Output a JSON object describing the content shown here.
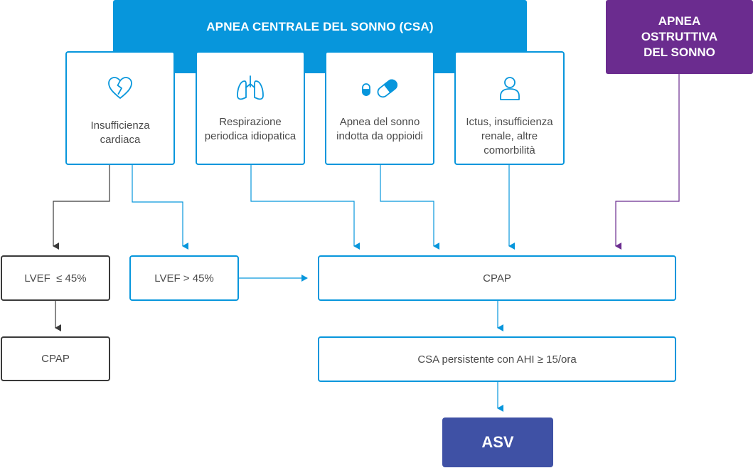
{
  "csa": {
    "title": "APNEA CENTRALE DEL SONNO (CSA)"
  },
  "osa": {
    "title": "APNEA\nOSTRUTTIVA\nDEL SONNO"
  },
  "causes": [
    {
      "label": "Insufficienza\ncardiaca",
      "icon": "broken-heart-icon"
    },
    {
      "label": "Respirazione\nperiodica idiopatica",
      "icon": "lungs-icon"
    },
    {
      "label": "Apnea del sonno\nindotta da oppioidi",
      "icon": "pills-icon"
    },
    {
      "label": "Ictus, insufficienza\nrenale, altre\ncomorbilità",
      "icon": "person-icon"
    }
  ],
  "nodes": {
    "lvef_low": "LVEF  ≤ 45%",
    "lvef_high": "LVEF > 45%",
    "cpap_left": "CPAP",
    "cpap_main": "CPAP",
    "csa_persistent": "CSA persistente con AHI ≥ 15/ora",
    "asv": "ASV"
  },
  "colors": {
    "csa_blue": "#0796dc",
    "osa_purple": "#6b2c8f",
    "asv_indigo": "#3f51a5",
    "dark_line": "#3a3a3a",
    "text_gray": "#4a4a4a"
  }
}
